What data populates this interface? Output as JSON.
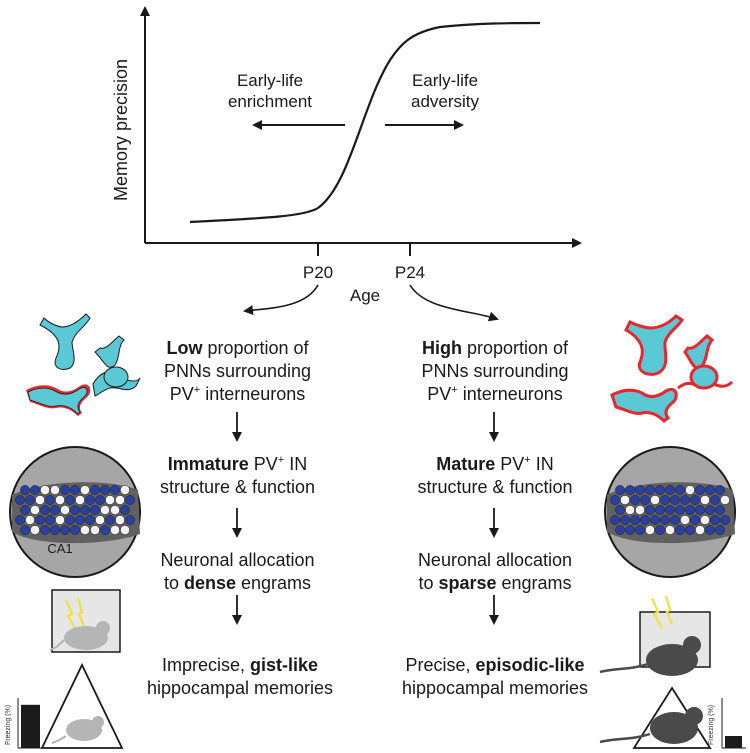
{
  "graph": {
    "ylabel": "Memory precision",
    "xlabel": "Age",
    "ticks": [
      "P20",
      "P24"
    ],
    "left_arrow_label": [
      "Early-life",
      "enrichment"
    ],
    "right_arrow_label": [
      "Early-life",
      "adversity"
    ]
  },
  "left": {
    "step1": {
      "bold": "Low",
      "rest1": " proportion of",
      "line2": "PNNs surrounding",
      "line3a": "PV",
      "line3sup": "+",
      "line3b": " interneurons"
    },
    "step2": {
      "bold": "Immature",
      "rest1a": " PV",
      "rest1sup": "+",
      "rest1b": " IN",
      "line2": "structure & function"
    },
    "step3": {
      "line1": "Neuronal allocation",
      "pre": "to ",
      "bold": "dense",
      "post": " engrams"
    },
    "step4": {
      "pre": "Imprecise, ",
      "bold": "gist-like",
      "line2": "hippocampal memories"
    },
    "circle_label": "CA1",
    "freezing_label": "Freezing (%)",
    "freezing_level": 0.9
  },
  "right": {
    "step1": {
      "bold": "High",
      "rest1": " proportion of",
      "line2": "PNNs surrounding",
      "line3a": "PV",
      "line3sup": "+",
      "line3b": " interneurons"
    },
    "step2": {
      "bold": "Mature",
      "rest1a": " PV",
      "rest1sup": "+",
      "rest1b": " IN",
      "line2": "structure & function"
    },
    "step3": {
      "line1": "Neuronal allocation",
      "pre": "to ",
      "bold": "sparse",
      "post": " engrams"
    },
    "step4": {
      "pre": "Precise, ",
      "bold": "episodic-like",
      "line2": "hippocampal memories"
    },
    "freezing_label": "Freezing (%)",
    "freezing_level": 0.25
  },
  "colors": {
    "neuron": "#5bc8d6",
    "pnn": "#e8262d",
    "circle_bg": "#a6a6a6",
    "circle_band": "#616161",
    "blue_cell": "#2a3f9e",
    "white_cell": "#f2f2f2",
    "mouse_light": "#b5b5b5",
    "mouse_dark": "#4a4a4a",
    "shock": "#f0e03c",
    "bar": "#1a1a1a"
  },
  "icons": [
    "neuron-icon",
    "pnn-neuron-icon",
    "hippocampus-circle-icon",
    "mouse-icon",
    "shock-icon",
    "context-box-icon",
    "context-triangle-icon"
  ]
}
